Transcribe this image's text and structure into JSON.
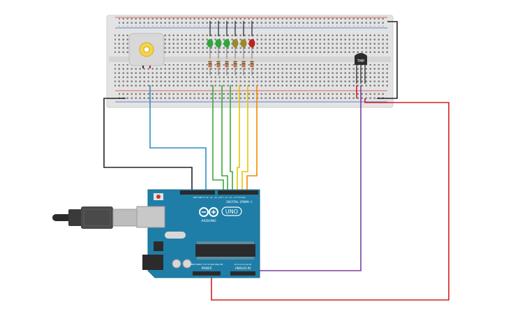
{
  "circuit": {
    "sensor_label": "TMP",
    "arduino": {
      "brand_label": "ARDUINO",
      "model_label": "UNO",
      "digital_label": "DIGITAL (PWM~)",
      "power_label": "POWER",
      "analog_label": "ANALOG IN",
      "top_header_label": "AREF GND 13 12 ~11 ~10 ~9 8 7 ~6 ~5 4 ~3 2 TX1 RX0",
      "power_pins_label": "IOREF RESET 3.3V 5V GND GND VIN",
      "analog_pins_label": "A0 A1 A2 A3 A4 A5"
    },
    "leds": [
      {
        "color": "#31a63a"
      },
      {
        "color": "#31a63a"
      },
      {
        "color": "#31a63a"
      },
      {
        "color": "#9a8a2a"
      },
      {
        "color": "#9a8a2a"
      },
      {
        "color": "#c02020"
      }
    ],
    "wire_colors": {
      "black": "#222222",
      "blue": "#2a8fc5",
      "green": "#3ba83a",
      "yellow": "#e6c400",
      "orange": "#f08a00",
      "purple": "#7a3fa0",
      "red": "#d02020"
    }
  }
}
